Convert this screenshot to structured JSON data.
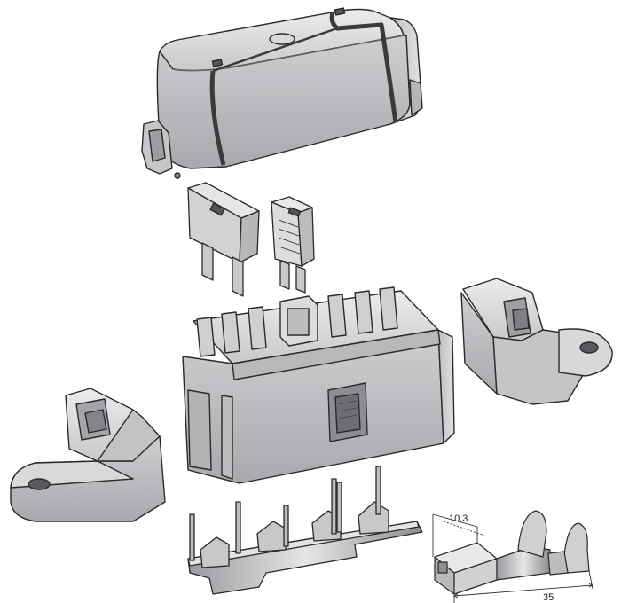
{
  "diagram": {
    "parts": [
      {
        "name": "fuse-box-cover"
      },
      {
        "name": "blade-fuse"
      },
      {
        "name": "mini-fuse"
      },
      {
        "name": "fuse-holder-base"
      },
      {
        "name": "right-mounting-bracket"
      },
      {
        "name": "left-mounting-bracket"
      },
      {
        "name": "busbar-terminal-strip"
      },
      {
        "name": "crimp-terminal"
      }
    ],
    "dimensions": {
      "height_label": "10,3",
      "length_label": "35"
    }
  },
  "colors": {
    "body": "#d4d4d6",
    "body_shade": "#a8a8ab",
    "body_light": "#e8e8ea",
    "outline": "#2a2a2a",
    "band": "#3a3a3a"
  }
}
